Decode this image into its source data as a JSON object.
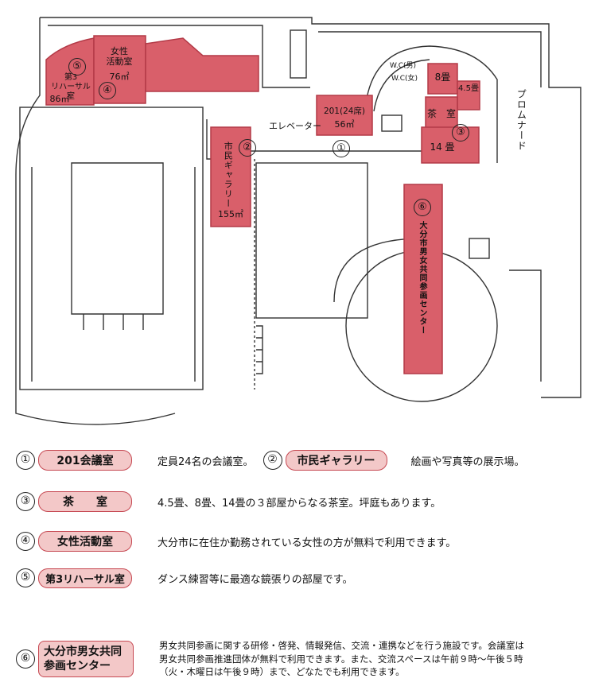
{
  "map": {
    "labels": {
      "elevator": "エレベーター",
      "wc_male": "W.C(男)",
      "wc_female": "W.C(女)",
      "promenade": "プロムナード"
    },
    "rooms": {
      "rehearsal_3": {
        "name": "第3\nリハーサル室",
        "area": "86㎡"
      },
      "womens_room": {
        "name": "女性\n活動室",
        "area": "76㎡"
      },
      "room_201": {
        "name": "201(24席)",
        "area": "56㎡"
      },
      "gallery": {
        "name": "市民ギャラリー",
        "area": "155㎡"
      },
      "tea_8": "8畳",
      "tea_45": "4.5畳",
      "tea_room": "茶　室",
      "tea_14": "14 畳",
      "center": "大分市男女共同参画センター"
    },
    "markers": [
      "①",
      "②",
      "③",
      "④",
      "⑤",
      "⑥"
    ],
    "colors": {
      "room_fill": "#d95f6a",
      "room_stroke": "#b33a47",
      "wall": "#333333"
    }
  },
  "legend": [
    {
      "num": "①",
      "label": "201会議室",
      "desc": "定員24名の会議室。"
    },
    {
      "num": "②",
      "label": "市民ギャラリー",
      "desc": "絵画や写真等の展示場。"
    },
    {
      "num": "③",
      "label": "茶　　室",
      "desc": "4.5畳、8畳、14畳の３部屋からなる茶室。坪庭もあります。"
    },
    {
      "num": "④",
      "label": "女性活動室",
      "desc": "大分市に在住か勤務されている女性の方が無料で利用できます。"
    },
    {
      "num": "⑤",
      "label": "第3リハーサル室",
      "desc": "ダンス練習等に最適な鏡張りの部屋です。"
    },
    {
      "num": "⑥",
      "label": "大分市男女共同\n参画センター",
      "desc": "男女共同参画に関する研修・啓発、情報発信、交流・連携などを行う施設です。会議室は\n男女共同参画推進団体が無料で利用できます。また、交流スペースは午前９時〜午後５時\n（火・木曜日は午後９時）まで、どなたでも利用できます。"
    }
  ]
}
